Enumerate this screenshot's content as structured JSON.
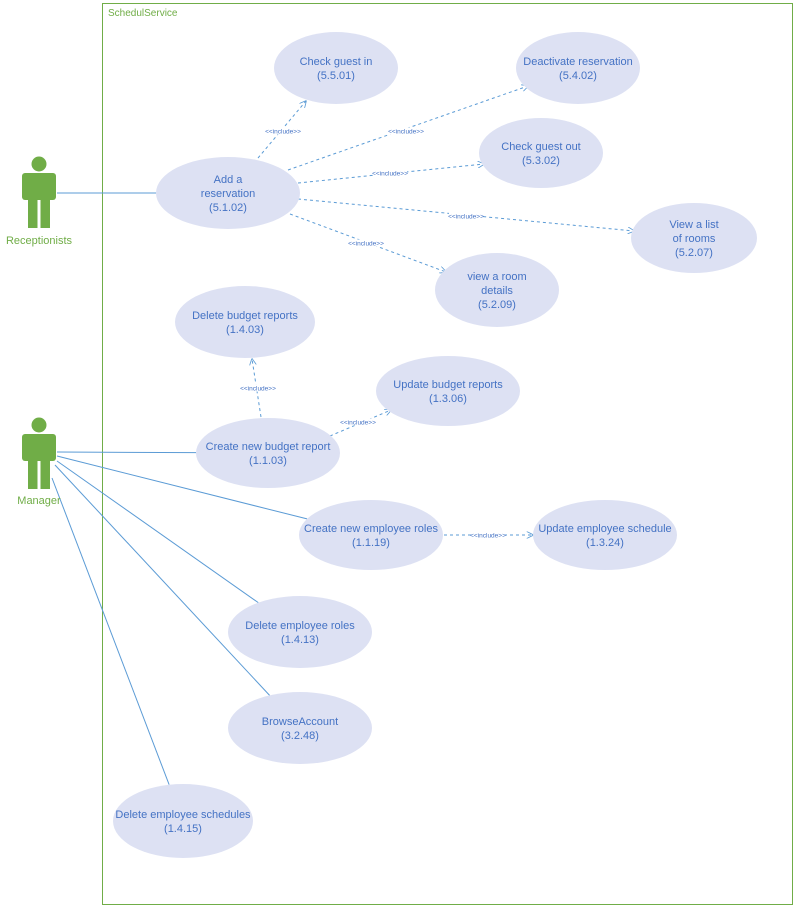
{
  "colors": {
    "ellipse_fill": "#dde1f3",
    "text": "#4472c4",
    "line": "#5b9bd5",
    "actor": "#70ad47",
    "boundary": "#70ad47"
  },
  "system": {
    "name": "SchedulService"
  },
  "actors": [
    {
      "id": "receptionists",
      "label": "Receptionists",
      "icon": "person-icon"
    },
    {
      "id": "manager",
      "label": "Manager",
      "icon": "person-icon"
    }
  ],
  "use_cases": [
    {
      "id": "add-reservation",
      "lines": [
        "Add a",
        "reservation",
        "(5.1.02)"
      ]
    },
    {
      "id": "check-guest-in",
      "lines": [
        "Check guest in",
        "(5.5.01)"
      ]
    },
    {
      "id": "deactivate-reservation",
      "lines": [
        "Deactivate reservation",
        "(5.4.02)"
      ]
    },
    {
      "id": "check-guest-out",
      "lines": [
        "Check guest out",
        "(5.3.02)"
      ]
    },
    {
      "id": "view-list-rooms",
      "lines": [
        "View a list",
        "of rooms",
        "(5.2.07)"
      ]
    },
    {
      "id": "view-room-details",
      "lines": [
        "view a room",
        "details",
        "(5.2.09)"
      ]
    },
    {
      "id": "delete-budget-reports",
      "lines": [
        "Delete budget reports",
        "(1.4.03)"
      ]
    },
    {
      "id": "update-budget-reports",
      "lines": [
        "Update budget reports",
        "(1.3.06)"
      ]
    },
    {
      "id": "create-budget-report",
      "lines": [
        "Create new budget report",
        "(1.1.03)"
      ]
    },
    {
      "id": "create-employee-roles",
      "lines": [
        "Create new employee roles",
        "(1.1.19)"
      ]
    },
    {
      "id": "update-employee-schedule",
      "lines": [
        "Update employee schedule",
        "(1.3.24)"
      ]
    },
    {
      "id": "delete-employee-roles",
      "lines": [
        "Delete employee roles",
        "(1.4.13)"
      ]
    },
    {
      "id": "browse-account",
      "lines": [
        "BrowseAccount",
        "(3.2.48)"
      ]
    },
    {
      "id": "delete-employee-schedules",
      "lines": [
        "Delete employee schedules",
        "(1.4.15)"
      ]
    }
  ],
  "associations": [
    {
      "actor": "receptionists",
      "use_case": "add-reservation"
    },
    {
      "actor": "manager",
      "use_case": "create-budget-report"
    },
    {
      "actor": "manager",
      "use_case": "create-employee-roles"
    },
    {
      "actor": "manager",
      "use_case": "delete-employee-roles"
    },
    {
      "actor": "manager",
      "use_case": "browse-account"
    },
    {
      "actor": "manager",
      "use_case": "delete-employee-schedules"
    }
  ],
  "includes": [
    {
      "from": "add-reservation",
      "to": "check-guest-in",
      "label": "<<include>>"
    },
    {
      "from": "add-reservation",
      "to": "deactivate-reservation",
      "label": "<<include>>"
    },
    {
      "from": "add-reservation",
      "to": "check-guest-out",
      "label": "<<include>>"
    },
    {
      "from": "add-reservation",
      "to": "view-list-rooms",
      "label": "<<include>>"
    },
    {
      "from": "add-reservation",
      "to": "view-room-details",
      "label": "<<include>>"
    },
    {
      "from": "create-budget-report",
      "to": "delete-budget-reports",
      "label": "<<include>>"
    },
    {
      "from": "create-budget-report",
      "to": "update-budget-reports",
      "label": "<<include>>"
    },
    {
      "from": "create-employee-roles",
      "to": "update-employee-schedule",
      "label": "<<include>>"
    }
  ]
}
